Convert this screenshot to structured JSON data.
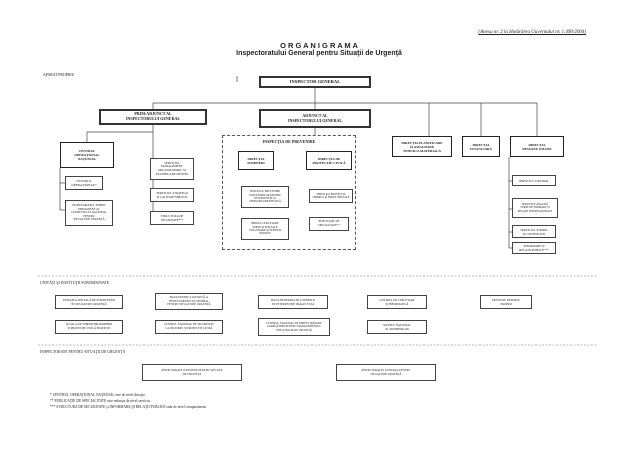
{
  "annex_note": "(Anexa nr. 2 la Hotărârea Guvernului nr. 1.490/2004)",
  "title": "O R G A N I G R A M A",
  "subtitle": "Inspectoratului General pentru Situaţii de Urgenţă",
  "own_apparatus_label": "APARAT PROPRIU",
  "top": {
    "inspector_general": "INSPECTOR GENERAL",
    "prim_adjunct": "PRIM-ADJUNCT AL\nINSPECTORULUI GENERAL",
    "adjunct": "ADJUNCT AL\nINSPECTORULUI GENERAL",
    "prevention": "INSPECŢIA DE PREVENIRE"
  },
  "directorates": {
    "planificare": "DIRECŢIA PLANIFICARE\nŞI ASIGURARE\nTEHNICO-MATERIALĂ",
    "financiara": "DIRECŢIA\nFINANCIARĂ",
    "resurse_umane": "DIRECŢIA\nRESURSE UMANE",
    "pompieri": "DIRECŢIA\nPOMPIERI",
    "protectie_civila": "DIRECŢIA DE\nPROTECŢIE CIVILĂ"
  },
  "left_branch": {
    "centru": "CENTRUL\nOPERAŢIONAL\nNAŢIONAL",
    "centrul_operational": "CENTRUL\nOPERAŢIONAL*",
    "secretariat": "SECRETARIATUL TEHNIC\nPERMANENT AL\nCOMITETULUI NAŢIONAL\nPENTRU\nSITUAŢII DE URGENŢĂ"
  },
  "prim_services": {
    "s1": "SERVICIUL\nMANAGEMENT\nORGANIZATORIC ŞI\nPLANIFICARE MISIUNI",
    "s2": "SERVICIUL STRATEGII\nŞI CALITATE SERVICII",
    "s3": "STRUCTURA DE\nSECURITATE***"
  },
  "prevention_services": {
    "p1": "SERVICIUL PREVENIRE\nA INCENDIILOR PENTRU\nINTERVENŢIE ŞI\nSTINGERE PREVENTIVĂ",
    "p2": "BIROUL CERCETARE\nSERVICII SPECIALE\nVOLUNTARE ŞI SERVICII\nPRIVATE",
    "p3": "SERVICIUL PROTECŢIA\nCHIMICĂ ŞI FORŢE SPECIALE",
    "p4": "PUBLICAŢIE DE\nSPECIALITATE**"
  },
  "hr_services": {
    "h1": "SERVICIUL CONTROL",
    "h2": "SERVICIUL ANALIZĂ\nSURSE DE FORMARE ŞI\nRELAŢII INTERNAŢIONALE",
    "h3": "SERVICIUL JURIDIC\nŞI CONTENCIOS",
    "h4": "INFORMARE ŞI\nRELAŢII PUBLICE***"
  },
  "units_section": {
    "label": "UNITĂŢI ŞI INSTITUŢII SUBORDONATE",
    "row1": [
      "UNITATEA SPECIALĂ DE INTERVENŢIE\nÎN SITUAŢII DE URGENŢĂ",
      "BAZA PENTRU LOGISTICĂ A\nINSPECTORATULUI GENERAL\nPENTRU SITUAŢII DE URGENŢĂ",
      "BAZA DE REPARAŢII A TEHNICII\nDE INTERVENŢIE TRAIAN VUIA",
      "CENTRUL DE CERCETARE\nŞI INFORMATICĂ",
      "DEPOZITE REZERVE\nPROPRII"
    ],
    "row2": [
      "ŞCOALA DE SUBOFIŢERI POMPIERI\nŞI PROTECŢIE CIVILĂ BOLDEŞTI",
      "CENTRUL NAŢIONAL DE SECURITATE\nLA INCENDIU ŞI PROTECŢIE CIVILĂ",
      "CENTRUL NAŢIONAL DE PERFECŢIONARE\nA PREGĂTIRII PENTRU MANAGEMENTUL\nSITUAŢIILOR DE URGENŢĂ",
      "MUZEUL NAŢIONAL\nAL POMPIERILOR"
    ]
  },
  "inspectorates_section": {
    "label": "INSPECTORATE PENTRU SITUAŢII DE URGENŢĂ",
    "left": "INSPECTORATE JUDEŢENE PENTRU SITUAŢII\nDE URGENŢĂ",
    "right": "INSPECTORATUL GENERAL PENTRU\nSITUAŢII DE URGENŢĂ"
  },
  "notes": [
    "*    CENTRUL OPERAŢIONAL NAŢIONAL este de nivel direcţie.",
    "**   PUBLICAŢIE DE SPECIALITATE este redacţia de nivel serviciu.",
    "***  STRUCTURA DE SECURITATE şi INFORMARE ŞI RELAŢII PUBLICE sunt de nivel compartiment."
  ]
}
